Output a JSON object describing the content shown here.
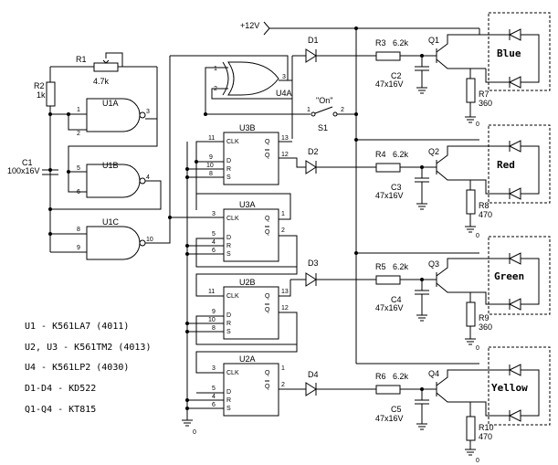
{
  "supply": "+12V",
  "resistors": {
    "r1": {
      "name": "R1",
      "value": "4.7k"
    },
    "r2": {
      "name": "R2",
      "value": "1k"
    },
    "r3": {
      "name": "R3",
      "value": "6.2k"
    },
    "r4": {
      "name": "R4",
      "value": "6.2k"
    },
    "r5": {
      "name": "R5",
      "value": "6.2k"
    },
    "r6": {
      "name": "R6",
      "value": "6.2k"
    },
    "r7": {
      "name": "R7",
      "value": "360"
    },
    "r8": {
      "name": "R8",
      "value": "470"
    },
    "r9": {
      "name": "R9",
      "value": "360"
    },
    "r10": {
      "name": "R10",
      "value": "470"
    }
  },
  "capacitors": {
    "c1": {
      "name": "C1",
      "value": "100x16V"
    },
    "c2": {
      "name": "C2",
      "value": "47x16V"
    },
    "c3": {
      "name": "C3",
      "value": "47x16V"
    },
    "c4": {
      "name": "C4",
      "value": "47x16V"
    },
    "c5": {
      "name": "C5",
      "value": "47x16V"
    }
  },
  "gates": {
    "u1a": "U1A",
    "u1b": "U1B",
    "u1c": "U1C",
    "u4a": "U4A"
  },
  "flipflops": {
    "u3b": "U3B",
    "u3a": "U3A",
    "u2b": "U2B",
    "u2a": "U2A"
  },
  "ff_pins": {
    "clk": "CLK",
    "d": "D",
    "r": "R",
    "s": "S",
    "q": "Q",
    "qbar": "Q"
  },
  "diodes": {
    "d1": "D1",
    "d2": "D2",
    "d3": "D3",
    "d4": "D4"
  },
  "transistors": {
    "q1": "Q1",
    "q2": "Q2",
    "q3": "Q3",
    "q4": "Q4"
  },
  "switch": {
    "name": "S1",
    "label": "\"On\"",
    "pin1": "1",
    "pin2": "2"
  },
  "colors": {
    "blue": "Blue",
    "red": "Red",
    "green": "Green",
    "yellow": "Yellow"
  },
  "ground": "0",
  "pins": {
    "u1a": [
      "1",
      "2",
      "3"
    ],
    "u1b": [
      "5",
      "6",
      "4"
    ],
    "u1c": [
      "8",
      "9",
      "10"
    ],
    "u4a": [
      "1",
      "2",
      "3"
    ],
    "u3b": [
      "11",
      "9",
      "10",
      "8",
      "13",
      "12"
    ],
    "u3a": [
      "3",
      "5",
      "4",
      "6",
      "1",
      "2"
    ],
    "u2b": [
      "11",
      "9",
      "10",
      "8",
      "13",
      "12"
    ],
    "u2a": [
      "3",
      "5",
      "4",
      "6",
      "1",
      "2"
    ]
  },
  "legend": [
    "U1 - K561LA7 (4011)",
    "U2, U3 - K561TM2 (4013)",
    "U4 - K561LP2 (4030)",
    "D1-D4 - KD522",
    "Q1-Q4 - KT815"
  ]
}
